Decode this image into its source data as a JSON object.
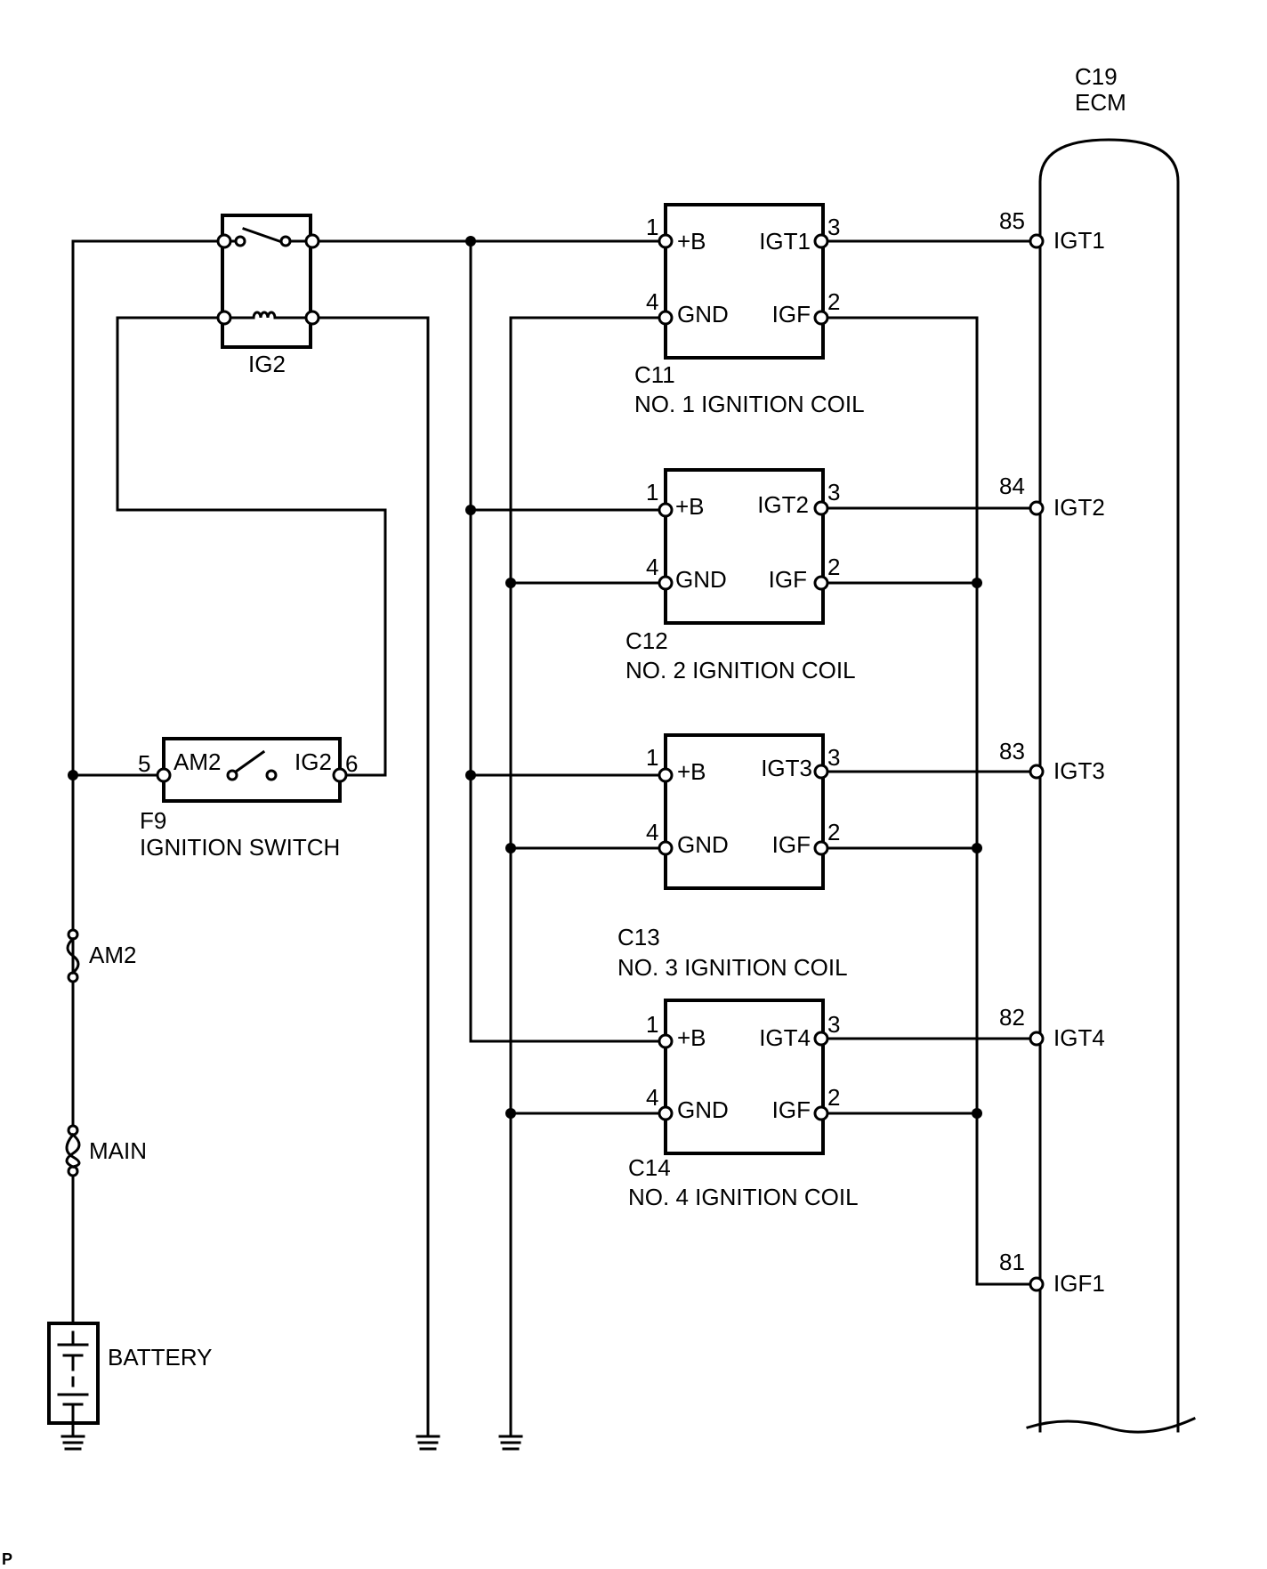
{
  "ecm": {
    "code": "C19",
    "name": "ECM"
  },
  "relay": {
    "label": "IG2"
  },
  "ignition_switch": {
    "code": "F9",
    "name": "IGNITION SWITCH",
    "pin_left": "5",
    "pin_right": "6",
    "term_left": "AM2",
    "term_right": "IG2"
  },
  "fuse_am2": {
    "label": "AM2"
  },
  "fuse_main": {
    "label": "MAIN"
  },
  "battery": {
    "label": "BATTERY"
  },
  "coils": [
    {
      "code": "C11",
      "name": "NO. 1 IGNITION COIL",
      "pin_b": "1",
      "pin_gnd": "4",
      "pin_igt": "3",
      "pin_igf": "2",
      "term_b": "+B",
      "term_gnd": "GND",
      "term_igt": "IGT1",
      "term_igf": "IGF"
    },
    {
      "code": "C12",
      "name": "NO. 2 IGNITION COIL",
      "pin_b": "1",
      "pin_gnd": "4",
      "pin_igt": "3",
      "pin_igf": "2",
      "term_b": "+B",
      "term_gnd": "GND",
      "term_igt": "IGT2",
      "term_igf": "IGF"
    },
    {
      "code": "C13",
      "name": "NO. 3 IGNITION COIL",
      "pin_b": "1",
      "pin_gnd": "4",
      "pin_igt": "3",
      "pin_igf": "2",
      "term_b": "+B",
      "term_gnd": "GND",
      "term_igt": "IGT3",
      "term_igf": "IGF"
    },
    {
      "code": "C14",
      "name": "NO. 4 IGNITION COIL",
      "pin_b": "1",
      "pin_gnd": "4",
      "pin_igt": "3",
      "pin_igf": "2",
      "term_b": "+B",
      "term_gnd": "GND",
      "term_igt": "IGT4",
      "term_igf": "IGF"
    }
  ],
  "ecm_pins": [
    {
      "num": "85",
      "name": "IGT1"
    },
    {
      "num": "84",
      "name": "IGT2"
    },
    {
      "num": "83",
      "name": "IGT3"
    },
    {
      "num": "82",
      "name": "IGT4"
    },
    {
      "num": "81",
      "name": "IGF1"
    }
  ],
  "corner_mark": "P"
}
